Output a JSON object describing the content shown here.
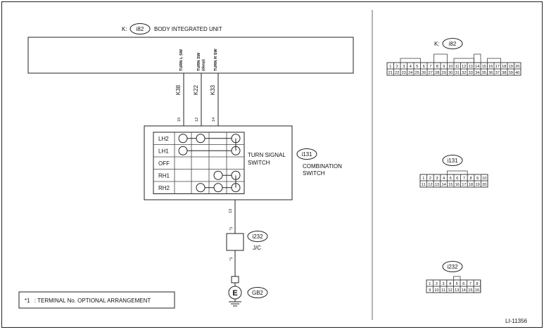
{
  "unit_box": {
    "connector": "K:",
    "id": "i82",
    "title": "BODY INTEGRATED UNIT"
  },
  "unit_pins": [
    {
      "name": "TURN L SW",
      "code": "K38",
      "pin": "15"
    },
    {
      "name": "TURN SW\n(dasp)",
      "code": "K22",
      "pin": "12"
    },
    {
      "name": "TURN R SW",
      "code": "K33",
      "pin": "14"
    }
  ],
  "switch_table": {
    "rows": [
      "LH2",
      "LH1",
      "OFF",
      "RH1",
      "RH2"
    ],
    "label": "TURN SIGNAL\nSWITCH",
    "connector_id": "i131",
    "component": "COMBINATION\nSWITCH",
    "bottom_pin": "13"
  },
  "jc": {
    "id": "i232",
    "label": "J/C",
    "note_top": "*1",
    "note_bottom": "*1"
  },
  "ground": {
    "symbol": "E",
    "id": "GB2"
  },
  "footnote": {
    "marker": "*1",
    "text": ": TERMINAL No. OPTIONAL ARRANGEMENT"
  },
  "figure_code": "LI-11356",
  "connectors": {
    "k_i82": {
      "prefix": "K:",
      "id": "i82",
      "row1": [
        "1",
        "2",
        "3",
        "4",
        "5",
        "6",
        "7",
        "8",
        "9",
        "10",
        "11",
        "12",
        "13",
        "14",
        "15",
        "16",
        "17",
        "18",
        "19",
        "20"
      ],
      "row2": [
        "21",
        "22",
        "23",
        "24",
        "25",
        "26",
        "27",
        "28",
        "29",
        "30",
        "31",
        "32",
        "33",
        "34",
        "35",
        "36",
        "37",
        "38",
        "39",
        "40"
      ]
    },
    "i131": {
      "id": "i131",
      "row1": [
        "1",
        "2",
        "3",
        "4",
        "5",
        "6",
        "7",
        "8",
        "9",
        "10"
      ],
      "row2": [
        "11",
        "12",
        "13",
        "14",
        "15",
        "16",
        "17",
        "18",
        "19",
        "20"
      ]
    },
    "i232": {
      "id": "i232",
      "row1": [
        "1",
        "2",
        "3",
        "4",
        "5",
        "6",
        "7",
        "8"
      ],
      "row2": [
        "9",
        "10",
        "11",
        "12",
        "13",
        "14",
        "15",
        "16"
      ]
    }
  }
}
